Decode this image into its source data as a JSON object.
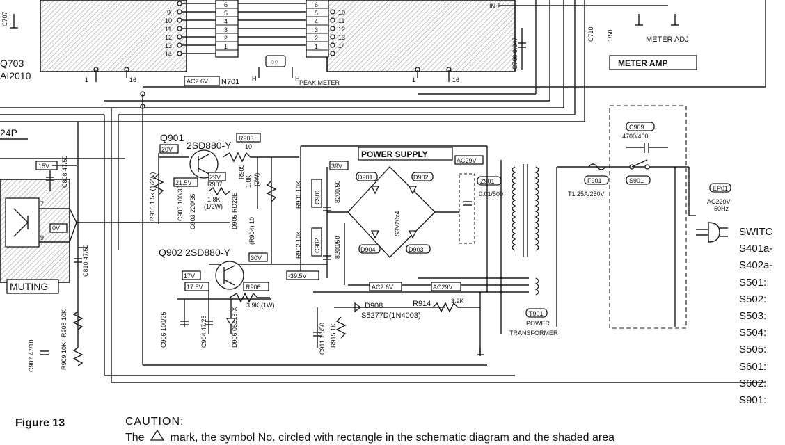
{
  "labels": {
    "q703": "Q703",
    "ai2010": "AI2010",
    "c707": "C707",
    "n701": "N701",
    "n701_volt": "AC2.6V",
    "peak_meter": "PEAK METER",
    "meter_amp": "METER AMP",
    "meter_adj": "METER ADJ",
    "c706": "C706 0.047",
    "c710": "C710",
    "c710_val": "1/50",
    "in2": "IN 2",
    "ic_left": "24P",
    "power_supply": "POWER SUPPLY",
    "muting": "MUTING",
    "q901": "Q901",
    "q901_part": "2SD880-Y",
    "q902_part": "Q902 2SD880-Y",
    "q902_base_volt": "30V",
    "v20": "20V",
    "v21_5": "21.5V",
    "v29_b": "29V",
    "v15": "15V",
    "v0": "0V",
    "v17": "17V",
    "v17_5": "17.5V",
    "v39": "39V",
    "v39_5": "-39.5V",
    "ac29v": "AC29V",
    "ac29v_2": "AC29V",
    "ac2_6v": "AC2.6V",
    "r903": "R903",
    "r903_val": "10",
    "r905": "R905",
    "r905_val": "1.8K",
    "r905_w": "(2W)",
    "r907": "R907",
    "r907_val": "1.8K",
    "r907_w": "(1/2W)",
    "r916": "R916 1.5k (1/2W)",
    "r904": "(R904) 10",
    "r906": "R906",
    "r906_val": "3.9K (1W)",
    "r901": "R901 10K",
    "r902": "R902 10K",
    "r908": "R908 10K",
    "r909": "R909 10K",
    "r914": "R914",
    "r914_val": "3.9K",
    "r915": "R915 1K",
    "c808": "C808 47/50",
    "c810": "C810 47/50",
    "c905": "C905 100/35",
    "c903": "C903 220/35",
    "c906": "C906 100/25",
    "c904": "C904 47/25",
    "c907": "C907 47/10",
    "c909": "C909",
    "c909_val": "4700/400",
    "c901": "C901",
    "c901_val": "8200/50",
    "c902": "C902",
    "c902_val": "8200/50",
    "c911": "C911 10/50",
    "d905": "D905 RD22E",
    "d906": "D906 05Z18-X",
    "d901": "D901",
    "d902": "D902",
    "d903": "D903",
    "d904": "D904",
    "bridge": "S3V20x4",
    "d908": "D908",
    "d908_part": "S5277D(1N4003)",
    "z901": "Z901",
    "z901_val": "0.01/500",
    "f901": "F901",
    "f901_val": "T1.25A/250V",
    "s901": "S901",
    "ep01": "EP01",
    "ac220": "AC220V",
    "hz50": "50Hz",
    "t901": "T901",
    "power": "POWER",
    "transformer": "TRANSFORMER",
    "pin7": "7",
    "pin9": "9",
    "pin1": "1",
    "pin16": "16",
    "pin1b": "1",
    "pin16b": "16",
    "H1": "H",
    "H2": "H"
  },
  "pins_left": [
    "9",
    "10",
    "11",
    "12",
    "13",
    "14"
  ],
  "pins_mid_a": [
    "5",
    "4",
    "3",
    "2",
    "1"
  ],
  "pins_mid_b": [
    "10",
    "11",
    "12",
    "13",
    "14"
  ],
  "pins_bus_l": [
    "6",
    "5",
    "4",
    "3",
    "2",
    "1"
  ],
  "pins_bus_r": [
    "6",
    "5",
    "4",
    "3",
    "2",
    "1"
  ],
  "switch_list": {
    "title": "SWITC",
    "items": [
      "S401a-",
      "S402a-",
      "S501:",
      "S502:",
      "S503:",
      "S504:",
      "S505:",
      "S601:",
      "S602:",
      "S901:"
    ]
  },
  "footer": {
    "figure": "Figure 13",
    "caution": "CAUTION:",
    "caution_prefix": "The",
    "caution_text": "mark, the symbol No. circled with rectangle in the schematic diagram and the shaded area"
  }
}
